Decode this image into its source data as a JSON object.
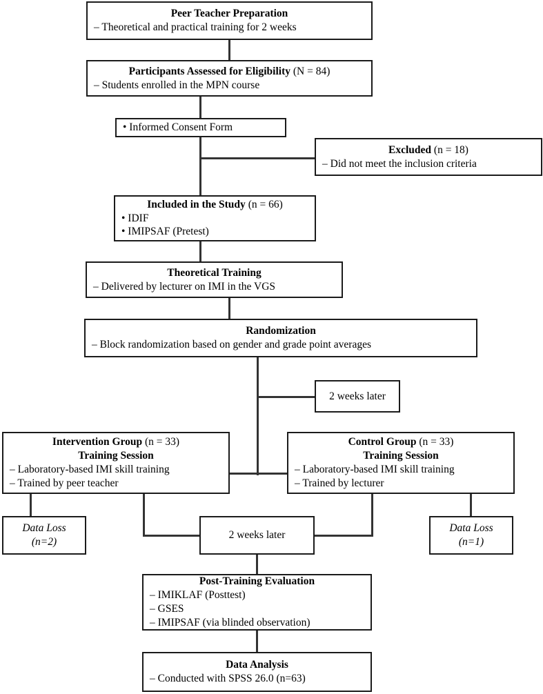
{
  "diagram": {
    "title": "CONSORT-style study flow diagram",
    "type": "flowchart",
    "nodes": {
      "peer_teacher_preparation": {
        "heading": "Peer Teacher Preparation",
        "line1": "– Theoretical and practical training for 2 weeks"
      },
      "participants_assessed": {
        "heading": "Participants Assessed for Eligibility",
        "heading_suffix": " (N = 84)",
        "line1": "– Students enrolled in the MPN course"
      },
      "informed_consent": {
        "line1": "• Informed Consent Form"
      },
      "excluded": {
        "heading": "Excluded",
        "heading_suffix": " (n = 18)",
        "line1": "– Did not meet the inclusion criteria"
      },
      "included_in_study": {
        "heading": "Included in the Study",
        "heading_suffix": " (n = 66)",
        "line1": "• IDIF",
        "line2": "• IMIPSAF (Pretest)"
      },
      "theoretical_training": {
        "heading": "Theoretical Training",
        "line1": "– Delivered by lecturer on IMI in the VGS"
      },
      "randomization": {
        "heading": "Randomization",
        "line1": "– Block randomization based on gender and grade point averages"
      },
      "two_weeks_later_1": {
        "label": "2 weeks later"
      },
      "intervention_group": {
        "heading": "Intervention Group",
        "heading_suffix": " (n = 33)",
        "heading2": "Training Session",
        "line1": "– Laboratory-based IMI skill training",
        "line2": "– Trained by peer teacher"
      },
      "control_group": {
        "heading": "Control Group",
        "heading_suffix": " (n = 33)",
        "heading2": "Training Session",
        "line1": "– Laboratory-based IMI skill training",
        "line2": "– Trained by lecturer"
      },
      "data_loss_left": {
        "line1": "Data Loss",
        "line2": "(n=2)"
      },
      "data_loss_right": {
        "line1": "Data Loss",
        "line2": "(n=1)"
      },
      "two_weeks_later_2": {
        "label": "2 weeks later"
      },
      "post_training_evaluation": {
        "heading": "Post-Training Evaluation",
        "line1": "– IMIKLAF (Posttest)",
        "line2": "– GSES",
        "line3": "– IMIPSAF (via blinded observation)"
      },
      "data_analysis": {
        "heading": "Data Analysis",
        "line1": "– Conducted with SPSS 26.0 (n=63)"
      }
    },
    "colors": {
      "border": "#1a1a1a",
      "connector": "#333333",
      "background": "#ffffff",
      "text": "#000000"
    }
  }
}
